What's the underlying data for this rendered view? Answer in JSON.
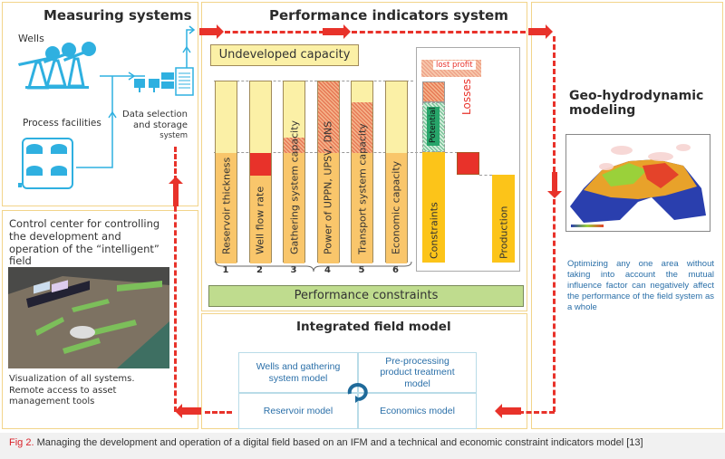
{
  "measuring": {
    "title": "Measuring systems",
    "wells_label": "Wells",
    "process_label": "Process facilities",
    "storage_label_line1": "Data selection",
    "storage_label_line2": "and storage",
    "storage_label_line3": "system"
  },
  "performance": {
    "title": "Performance indicators system",
    "undeveloped_label": "Undeveloped capacity",
    "constraints_label": "Performance constraints",
    "bars": [
      {
        "num": "1",
        "label": "Reservoir thickness"
      },
      {
        "num": "2",
        "label": "Well flow rate"
      },
      {
        "num": "3",
        "label": "Gathering system capacity"
      },
      {
        "num": "4",
        "label": "Power of UPPN, UPSV, DNS"
      },
      {
        "num": "5",
        "label": "Transport system capacity"
      },
      {
        "num": "6",
        "label": "Economic capacity"
      }
    ],
    "right_chart": {
      "lost_profit": "lost profit",
      "potential": "Potential",
      "losses": "Losses",
      "constraints": "Constraints",
      "production": "Production"
    }
  },
  "geo": {
    "title_line1": "Geo-hydrodynamic",
    "title_line2": "modeling",
    "note": "Optimizing any one area without taking into account the mutual influence factor can negatively affect the performance of the field system as a whole"
  },
  "control": {
    "title": "Control center for controlling the development and operation of the “intelligent” field",
    "caption": "Visualization of all systems. Remote access to asset management tools"
  },
  "ifm": {
    "title": "Integrated field model",
    "cells": [
      "Wells and gathering system model",
      "Pre-processing product treatment model",
      "Reservoir model",
      "Economics model"
    ]
  },
  "caption": {
    "prefix": "Fig 2.",
    "text": " Managing the development and operation of a digital field based on an IFM and a technical and economic constraint indicators model [13]"
  },
  "colors": {
    "accent_red": "#e8322a",
    "cyan": "#2fb0e0",
    "panel_border": "#f2d48a"
  }
}
